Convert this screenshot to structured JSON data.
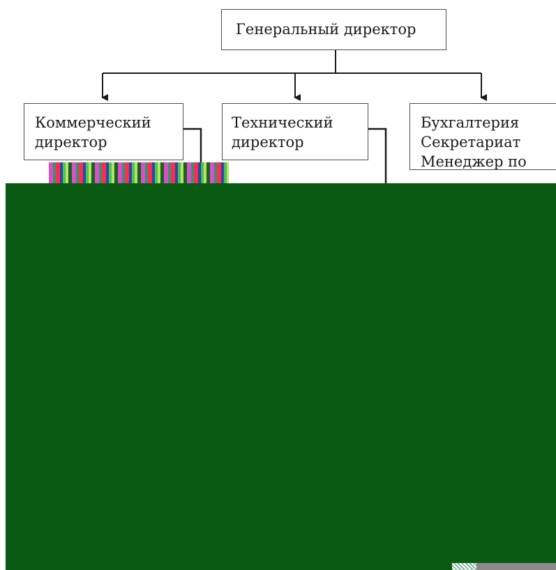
{
  "org_chart": {
    "root": {
      "label": "Генеральный директор"
    },
    "children": [
      {
        "label": "Коммерческий\nдиректор"
      },
      {
        "label": "Технический\nдиректор"
      },
      {
        "label": "Бухгалтерия\nСекретариат\nМенеджер по"
      }
    ]
  },
  "colors": {
    "box_border": "#4a4a4a",
    "connector": "#1a1a1a",
    "occluder_fill": "#0b5a13"
  }
}
